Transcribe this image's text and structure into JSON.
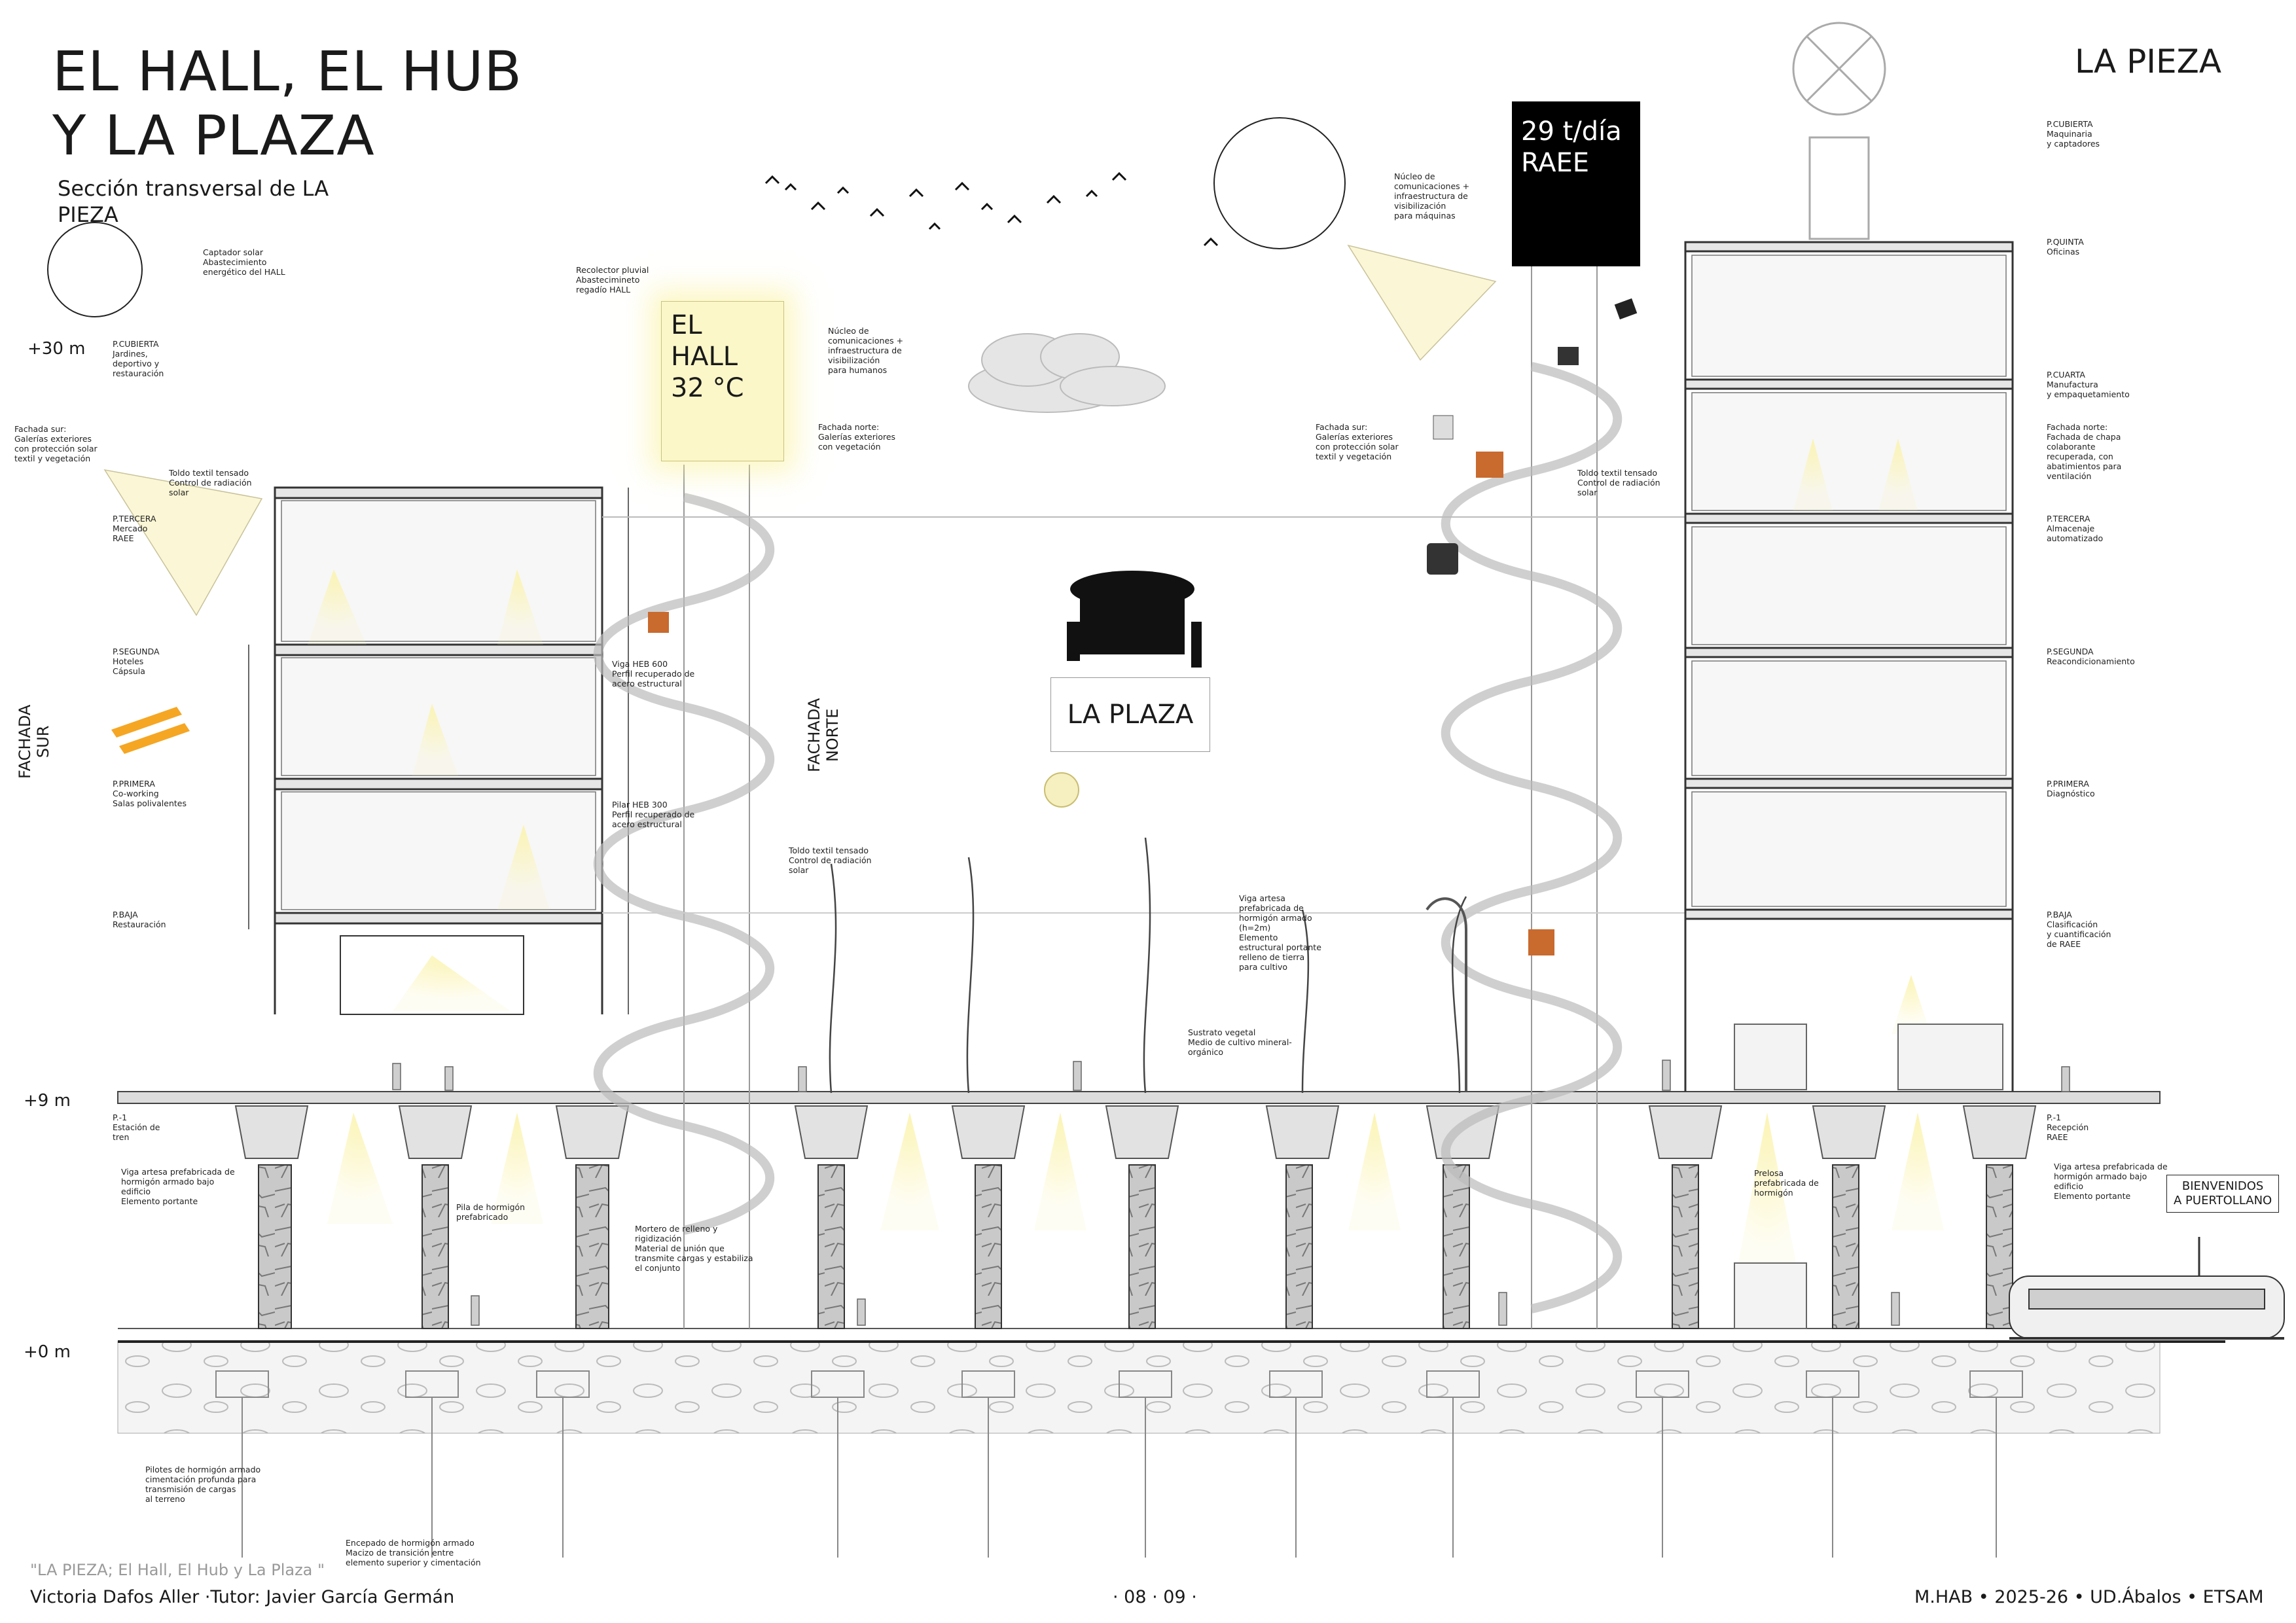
{
  "header": {
    "title_line1": "EL HALL, EL HUB",
    "title_line2": "Y LA PLAZA",
    "subtitle_line1": "Sección transversal de LA",
    "subtitle_line2": "PIEZA",
    "right_title": "LA PIEZA"
  },
  "boxes": {
    "hall_line1": "EL HALL",
    "hall_line2": "32 °C",
    "raee_line1": "29 t/día",
    "raee_line2": "RAEE",
    "plaza": "LA PLAZA",
    "welcome_line1": "BIENVENIDOS",
    "welcome_line2": "A PUERTOLLANO"
  },
  "elevations": {
    "e30": "+30 m",
    "e9": "+9 m",
    "e0": "+0 m"
  },
  "facade_labels": {
    "sur": "FACHADA\nSUR",
    "norte": "FACHADA\nNORTE"
  },
  "left_notes": {
    "captador": "Captador solar\nAbastecimiento\nenergético del HALL",
    "recolector": "Recolector pluvial\nAbastecimineto\nregadío HALL",
    "cubierta": "P.CUBIERTA\nJardines,\ndeportivo y\nrestauración",
    "fachada_sur": "Fachada sur:\nGalerías exteriores\ncon protección solar\ntextil y vegetación",
    "toldo": "Toldo textil tensado\nControl de radiación\nsolar",
    "tercera": "P.TERCERA\nMercado\nRAEE",
    "segunda": "P.SEGUNDA\nHoteles\nCápsula",
    "primera": "P.PRIMERA\nCo-working\nSalas polivalentes",
    "baja": "P.BAJA\nRestauración",
    "p1": "P.-1\nEstación de\ntren",
    "viga": "Viga artesa prefabricada de\nhormigón armado bajo\nedificio\nElemento portante",
    "viga_heb": "Viga HEB 600\nPerfil recuperado de\nacero estructural",
    "pilar_heb": "Pilar HEB 300\nPerfil recuperado de\nacero estructural",
    "pila": "Pila de hormigón\nprefabricado",
    "mortero": "Mortero de relleno y\nrigidización\nMaterial de unión que\ntransmite cargas y estabiliza\nel conjunto",
    "pilotes": "Pilotes de hormigón armado\ncimentación profunda para\ntransmisión de cargas\nal terreno",
    "encepado": "Encepado de hormigón armado\nMacizo de transición entre\nelemento superior y cimentación"
  },
  "center_notes": {
    "nucleo_humanos": "Núcleo de\ncomunicaciones +\ninfraestructura de\nvisibilización\npara humanos",
    "fachada_norte": "Fachada norte:\nGalerías exteriores\ncon vegetación",
    "nucleo_maquinas": "Núcleo de\ncomunicaciones +\ninfraestructura de\nvisibilización\npara máquinas",
    "fachada_sur2": "Fachada sur:\nGalerías exteriores\ncon protección solar\ntextil y vegetación",
    "toldo2": "Toldo textil tensado\nControl de radiación\nsolar",
    "toldo3": "Toldo textil tensado\nControl de radiación\nsolar",
    "viga_artesa": "Viga artesa\nprefabricada de\nhormigón armado\n(h=2m)\nElemento\nestructural portante\nrelleno de tierra\npara cultivo",
    "sustrato": "Sustrato vegetal\nMedio de cultivo mineral-\norgánico",
    "prelosa": "Prelosa\nprefabricada de\nhormigón"
  },
  "right_notes": {
    "cubierta": "P.CUBIERTA\nMaquinaria\ny captadores",
    "quinta": "P.QUINTA\nOficinas",
    "cuarta": "P.CUARTA\nManufactura\ny empaquetamiento",
    "fachada_norte": "Fachada norte:\nFachada de chapa\ncolaborante\nrecuperada, con\nabatimientos para\nventilación",
    "tercera": "P.TERCERA\nAlmacenaje\nautomatizado",
    "segunda": "P.SEGUNDA\nReacondicionamiento",
    "primera": "P.PRIMERA\nDiagnóstico",
    "baja": "P.BAJA\nClasificación\ny cuantificación\nde RAEE",
    "p1": "P.-1\nRecepción\nRAEE",
    "viga": "Viga artesa prefabricada de\nhormigón armado bajo\nedificio\nElemento portante"
  },
  "footer": {
    "quote": "\"LA PIEZA; El Hall, El Hub y La Plaza \"",
    "author": "Victoria Dafos Aller ·Tutor: Javier García Germán",
    "pages": "· 08 · 09 ·",
    "course": "M.HAB • 2025-26 • UD.Ábalos • ETSAM"
  },
  "colors": {
    "ink": "#1a1a1a",
    "light_glow": "#fbf7c8",
    "raee_box": "#000000",
    "accent_orange": "#f5a623",
    "structure_grey": "#c8c8c8"
  }
}
